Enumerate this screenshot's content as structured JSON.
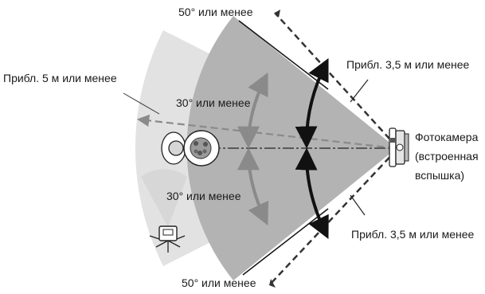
{
  "labels": {
    "angle_top_outer": "50° или менее",
    "angle_bottom_outer": "50° или менее",
    "angle_top_inner": "30° или менее",
    "angle_bottom_inner": "30° или менее",
    "distance_far": "Прибл. 5 м или менее",
    "distance_mid_top": "Прибл. 3,5 м или менее",
    "distance_mid_bottom": "Прибл. 3,5 м или менее",
    "camera_line1": "Фотокамера",
    "camera_line2": "(встроенная",
    "camera_line3": "вспышка)"
  },
  "colors": {
    "outer_sector": "#e2e2e2",
    "inner_sector": "#b3b3b3",
    "arrow_dark": "#111111",
    "arrow_gray": "#8a8a8a"
  },
  "icons": {
    "camera": "camera-icon",
    "subject": "flower-subject-icon",
    "person": "person-icon",
    "wireless_flash": "wireless-flash-icon"
  }
}
